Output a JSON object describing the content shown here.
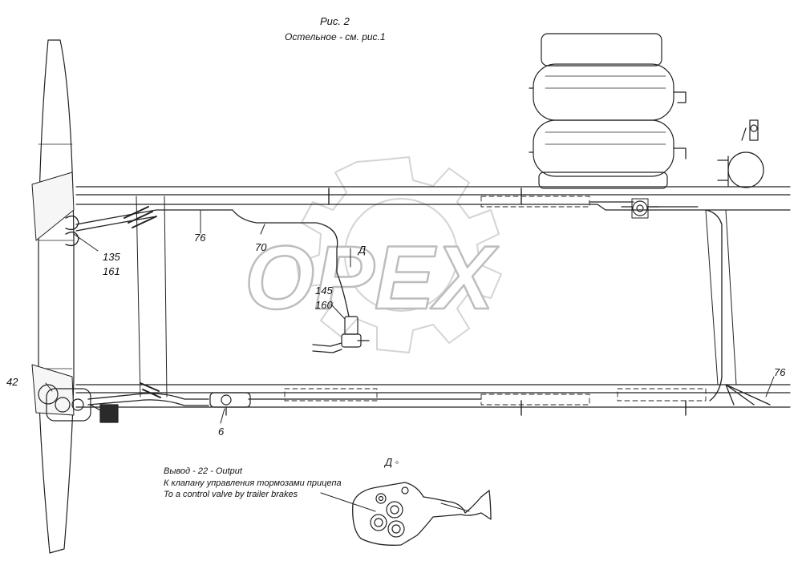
{
  "figure": {
    "title": "Рис. 2",
    "subtitle": "Остельное - см. рис.1"
  },
  "watermark": "OPEX",
  "callouts": {
    "c42": "42",
    "c135": "135",
    "c161": "161",
    "c76_left": "76",
    "c70": "70",
    "view_d_marker": "Д",
    "c145": "145",
    "c160": "160",
    "c6": "6",
    "c76_right": "76"
  },
  "detail_view": {
    "title": "Д ◦",
    "line1": "Вывод - 22 - Output",
    "line2": "К клапану управления тормозами прицепа",
    "line3": "To a control valve by trailer brakes"
  }
}
